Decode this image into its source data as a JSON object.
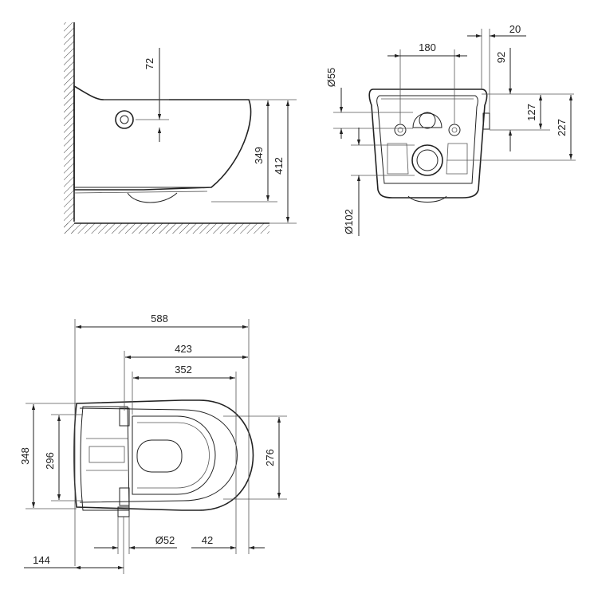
{
  "dimensions": {
    "side": {
      "d72": "72",
      "d349": "349",
      "d412": "412"
    },
    "rear": {
      "d180": "180",
      "d20": "20",
      "d92": "92",
      "d55": "Ø55",
      "d127": "127",
      "d227": "227",
      "d102": "Ø102"
    },
    "top": {
      "d588": "588",
      "d423": "423",
      "d352": "352",
      "d348": "348",
      "d296": "296",
      "d276": "276",
      "d52": "Ø52",
      "d42": "42",
      "d144": "144"
    }
  }
}
